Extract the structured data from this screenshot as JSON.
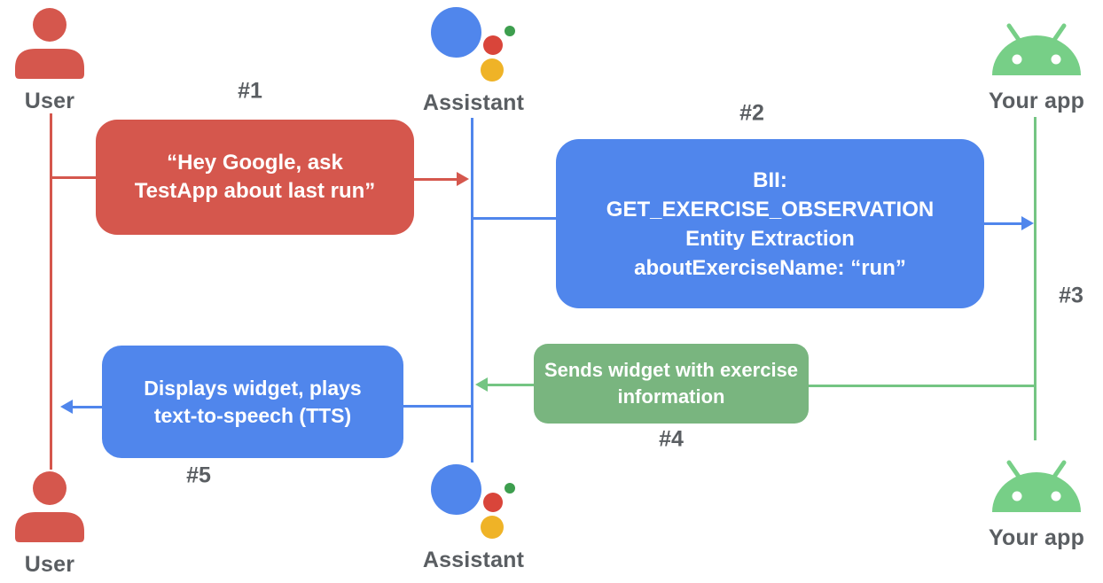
{
  "colors": {
    "red": "#d5574d",
    "blue": "#5086ec",
    "box-green": "#79b57f",
    "line-green": "#74c583",
    "android-green": "#77cf87",
    "assistant-red": "#d9453a",
    "assistant-yellow": "#efb327",
    "assistant-green": "#3d9e4e",
    "label-gray": "#5a5e62"
  },
  "actors": {
    "user": {
      "label": "User"
    },
    "assistant": {
      "label": "Assistant"
    },
    "app": {
      "label": "Your app"
    }
  },
  "steps": {
    "s1": "#1",
    "s2": "#2",
    "s3": "#3",
    "s4": "#4",
    "s5": "#5"
  },
  "boxes": {
    "box1": {
      "lines": [
        "“Hey Google, ask",
        "TestApp about last run”"
      ]
    },
    "box2": {
      "lines": [
        "BII:",
        "GET_EXERCISE_OBSERVATION",
        "Entity Extraction",
        "aboutExerciseName: “run”"
      ]
    },
    "box4": {
      "lines": [
        "Sends widget with exercise",
        "information"
      ]
    },
    "box5": {
      "lines": [
        "Displays widget, plays",
        "text-to-speech (TTS)"
      ]
    }
  }
}
